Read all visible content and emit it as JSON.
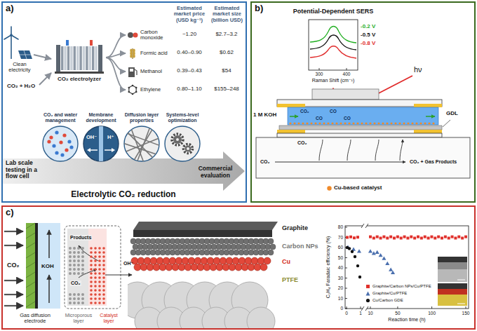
{
  "diagram": {
    "nodes": [
      {
        "text": [
          "a)"
        ]
      },
      {
        "text": [
          "b)"
        ]
      },
      {
        "text": [
          "c)"
        ]
      },
      {
        "text": [
          "CO₂ electrolyzer"
        ],
        "in": 0
      },
      {
        "text": [
          "Carbon monoxide"
        ],
        "in": 0
      },
      {
        "text": [
          "Formic acid"
        ],
        "in": 0
      },
      {
        "text": [
          "Methanol"
        ],
        "in": 0
      },
      {
        "text": [
          "Ethylene"
        ],
        "in": 0
      },
      {
        "text": [
          "Lab scale testing in a flow cell",
          "Commercial evaluation"
        ],
        "in": 0
      },
      {
        "text": [
          "CO₂ and water management"
        ],
        "in": 0
      },
      {
        "text": [
          "Membrane development",
          "OH⁻",
          "H⁺"
        ],
        "in": 0
      },
      {
        "text": [
          "Diffusion layer properties"
        ],
        "in": 0
      },
      {
        "text": [
          "Systems-level optimization"
        ],
        "in": 0
      }
    ],
    "edges": [
      {
        "from": 3,
        "to": 4,
        "arrow": "to"
      },
      {
        "from": 3,
        "to": 5,
        "arrow": "to"
      },
      {
        "from": 3,
        "to": 6,
        "arrow": "to"
      },
      {
        "from": 3,
        "to": 7,
        "arrow": "to"
      }
    ],
    "labels": [
      "Estimated market price (USD kg⁻¹)",
      "Estimated market size (billion USD)",
      "~1.20",
      "$2.7–3.2",
      "0.40–0.90",
      "$0.62",
      "0.39–0.43",
      "$54",
      "0.80–1.10",
      "$155–248",
      "Clean electricity",
      "CO₂ + H₂O",
      "Electrolytic CO₂ reduction",
      "Potential-Dependent SERS",
      "-0.2 V",
      "-0.5 V",
      "-0.8 V",
      "300",
      "400",
      "Raman Shift (cm⁻¹)",
      "hν",
      "1 M KOH",
      "CO₂",
      "CO",
      "CO",
      "CO",
      "GDL",
      "CO₂",
      "CO₂",
      "CO₂ + Gas Products",
      "CO₂",
      "KOH",
      "Products",
      "CO₂",
      "OH⁻",
      "Gas diffusion electrode",
      "Microporous layer",
      "Catalyst layer",
      "Graphite",
      "Carbon NPs",
      "Cu",
      "PTFE",
      "C₂H₄ Faradaic efficiency (%)",
      "0",
      "10",
      "20",
      "30",
      "40",
      "50",
      "60",
      "70",
      "80",
      "0",
      "1",
      "10",
      "50",
      "100",
      "150",
      "Reaction time (h)"
    ],
    "legend": [
      {
        "text": "Graphite/Carbon NPs/Cu/PTFE",
        "color": "#e0312c"
      },
      {
        "text": "Graphite/Cu/PTFE",
        "color": "#4a6fae"
      },
      {
        "text": "Cu/Carbon GDE",
        "color": "#111111"
      },
      {
        "text": "Cu-based catalyst",
        "color": "#f08a2a"
      }
    ]
  }
}
